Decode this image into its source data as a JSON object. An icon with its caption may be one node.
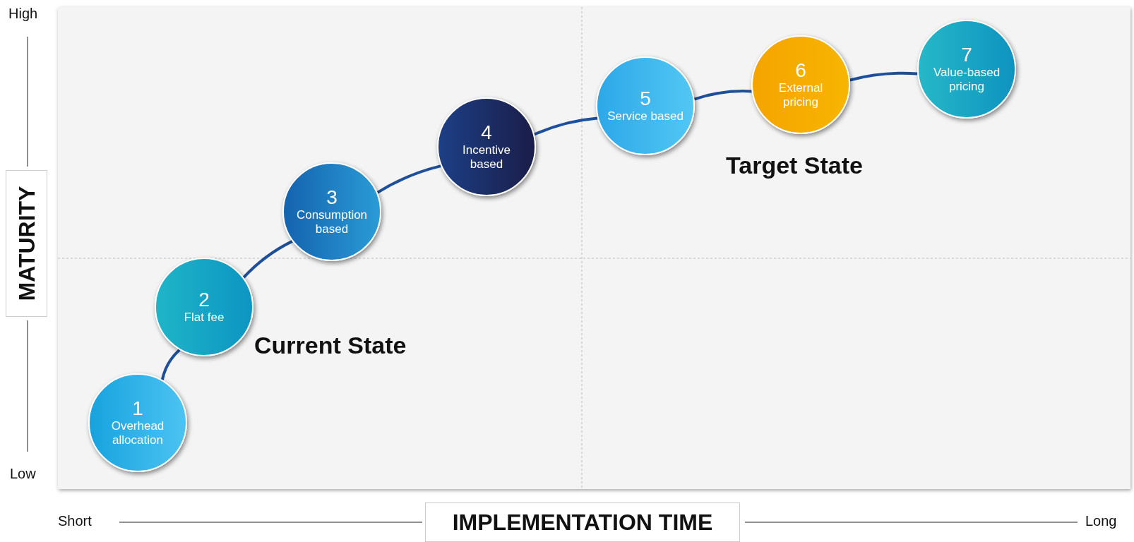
{
  "diagram": {
    "nodes": [
      {
        "text": [
          "1",
          "Overhead allocation"
        ]
      },
      {
        "text": [
          "2",
          "Flat fee"
        ]
      },
      {
        "text": [
          "3",
          "Consumption based"
        ]
      },
      {
        "text": [
          "4",
          "Incentive based"
        ]
      },
      {
        "text": [
          "5",
          "Service based"
        ]
      },
      {
        "text": [
          "6",
          "External pricing"
        ]
      },
      {
        "text": [
          "7",
          "Value-based pricing"
        ]
      }
    ],
    "edges": [
      {
        "from": 0,
        "to": 1,
        "arrow": "none"
      },
      {
        "from": 1,
        "to": 2,
        "arrow": "none"
      },
      {
        "from": 2,
        "to": 3,
        "arrow": "none"
      },
      {
        "from": 3,
        "to": 4,
        "arrow": "none"
      },
      {
        "from": 4,
        "to": 5,
        "arrow": "none"
      },
      {
        "from": 5,
        "to": 6,
        "arrow": "none"
      }
    ],
    "labels": [
      "High",
      "MATURITY",
      "Low",
      "Target State",
      "Current State",
      "Short",
      "IMPLEMENTATION TIME",
      "Long"
    ]
  }
}
